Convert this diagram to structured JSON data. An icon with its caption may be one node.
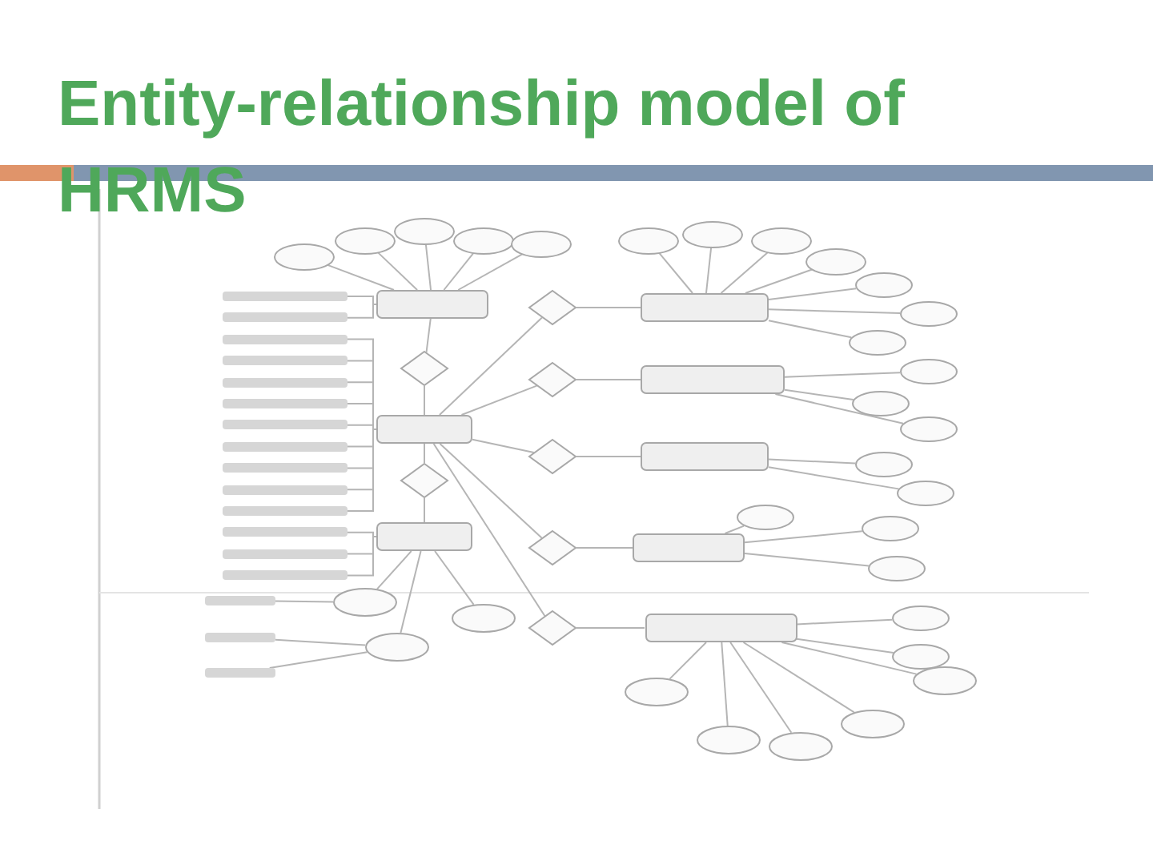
{
  "diagram": {
    "title": "Entity-relationship model of HRMS",
    "nodes": [
      {
        "text": [],
        "shape": "box"
      },
      {
        "text": [],
        "shape": "diamond"
      },
      {
        "text": [],
        "shape": "box"
      },
      {
        "text": [],
        "shape": "diamond"
      },
      {
        "text": [],
        "shape": "box"
      },
      {
        "text": [],
        "shape": "diamond"
      },
      {
        "text": [],
        "shape": "diamond"
      },
      {
        "text": [],
        "shape": "diamond"
      },
      {
        "text": [],
        "shape": "diamond"
      },
      {
        "text": [],
        "shape": "diamond"
      },
      {
        "text": [],
        "shape": "box"
      },
      {
        "text": [],
        "shape": "box"
      },
      {
        "text": [],
        "shape": "box"
      },
      {
        "text": [],
        "shape": "box"
      },
      {
        "text": [],
        "shape": "box"
      },
      {
        "text": [],
        "shape": "ellipse"
      },
      {
        "text": [],
        "shape": "ellipse"
      },
      {
        "text": [],
        "shape": "ellipse"
      },
      {
        "text": [],
        "shape": "ellipse"
      },
      {
        "text": [],
        "shape": "ellipse"
      },
      {
        "text": [],
        "shape": "ellipse"
      },
      {
        "text": [],
        "shape": "ellipse"
      },
      {
        "text": [],
        "shape": "ellipse"
      },
      {
        "text": [],
        "shape": "ellipse"
      },
      {
        "text": [],
        "shape": "ellipse"
      },
      {
        "text": [],
        "shape": "ellipse"
      },
      {
        "text": [],
        "shape": "ellipse"
      },
      {
        "text": [],
        "shape": "ellipse"
      },
      {
        "text": [],
        "shape": "ellipse"
      },
      {
        "text": [],
        "shape": "ellipse"
      },
      {
        "text": [],
        "shape": "ellipse"
      },
      {
        "text": [],
        "shape": "ellipse"
      },
      {
        "text": [],
        "shape": "ellipse"
      },
      {
        "text": [],
        "shape": "ellipse"
      },
      {
        "text": [],
        "shape": "ellipse"
      },
      {
        "text": [],
        "shape": "ellipse"
      },
      {
        "text": [],
        "shape": "ellipse"
      },
      {
        "text": [],
        "shape": "ellipse"
      },
      {
        "text": [],
        "shape": "ellipse"
      },
      {
        "text": [],
        "shape": "ellipse"
      },
      {
        "text": [],
        "shape": "ellipse"
      },
      {
        "text": [],
        "shape": "ellipse"
      },
      {
        "text": [],
        "shape": "ellipse"
      },
      {
        "text": [],
        "shape": "ellipse"
      },
      {
        "text": [],
        "shape": "ellipse"
      },
      {
        "text": [],
        "shape": "bar"
      },
      {
        "text": [],
        "shape": "bar"
      },
      {
        "text": [],
        "shape": "bar"
      },
      {
        "text": [],
        "shape": "bar"
      },
      {
        "text": [],
        "shape": "bar"
      },
      {
        "text": [],
        "shape": "bar"
      },
      {
        "text": [],
        "shape": "bar"
      },
      {
        "text": [],
        "shape": "bar"
      },
      {
        "text": [],
        "shape": "bar"
      },
      {
        "text": [],
        "shape": "bar"
      },
      {
        "text": [],
        "shape": "bar"
      },
      {
        "text": [],
        "shape": "bar"
      },
      {
        "text": [],
        "shape": "bar"
      },
      {
        "text": [],
        "shape": "bar"
      },
      {
        "text": [],
        "shape": "bar"
      },
      {
        "text": [],
        "shape": "bar"
      },
      {
        "text": [],
        "shape": "bar"
      }
    ],
    "edges": [
      {
        "from": 0,
        "to": 1,
        "arrow": "none"
      },
      {
        "from": 1,
        "to": 2,
        "arrow": "none"
      },
      {
        "from": 2,
        "to": 3,
        "arrow": "none"
      },
      {
        "from": 3,
        "to": 4,
        "arrow": "none"
      },
      {
        "from": 2,
        "to": 5,
        "arrow": "none"
      },
      {
        "from": 2,
        "to": 6,
        "arrow": "none"
      },
      {
        "from": 2,
        "to": 7,
        "arrow": "none"
      },
      {
        "from": 2,
        "to": 8,
        "arrow": "none"
      },
      {
        "from": 2,
        "to": 9,
        "arrow": "none"
      },
      {
        "from": 5,
        "to": 10,
        "arrow": "none"
      },
      {
        "from": 6,
        "to": 11,
        "arrow": "none"
      },
      {
        "from": 7,
        "to": 12,
        "arrow": "none"
      },
      {
        "from": 8,
        "to": 13,
        "arrow": "none"
      },
      {
        "from": 9,
        "to": 14,
        "arrow": "none"
      },
      {
        "from": 15,
        "to": 0,
        "arrow": "none"
      },
      {
        "from": 16,
        "to": 0,
        "arrow": "none"
      },
      {
        "from": 17,
        "to": 0,
        "arrow": "none"
      },
      {
        "from": 18,
        "to": 0,
        "arrow": "none"
      },
      {
        "from": 19,
        "to": 0,
        "arrow": "none"
      },
      {
        "from": 20,
        "to": 10,
        "arrow": "none"
      },
      {
        "from": 21,
        "to": 10,
        "arrow": "none"
      },
      {
        "from": 22,
        "to": 10,
        "arrow": "none"
      },
      {
        "from": 23,
        "to": 10,
        "arrow": "none"
      },
      {
        "from": 24,
        "to": 10,
        "arrow": "none"
      },
      {
        "from": 25,
        "to": 10,
        "arrow": "none"
      },
      {
        "from": 26,
        "to": 10,
        "arrow": "none"
      },
      {
        "from": 27,
        "to": 11,
        "arrow": "none"
      },
      {
        "from": 28,
        "to": 11,
        "arrow": "none"
      },
      {
        "from": 29,
        "to": 11,
        "arrow": "none"
      },
      {
        "from": 30,
        "to": 12,
        "arrow": "none"
      },
      {
        "from": 31,
        "to": 12,
        "arrow": "none"
      },
      {
        "from": 32,
        "to": 13,
        "arrow": "none"
      },
      {
        "from": 33,
        "to": 13,
        "arrow": "none"
      },
      {
        "from": 34,
        "to": 13,
        "arrow": "none"
      },
      {
        "from": 35,
        "to": 14,
        "arrow": "none"
      },
      {
        "from": 36,
        "to": 14,
        "arrow": "none"
      },
      {
        "from": 37,
        "to": 14,
        "arrow": "none"
      },
      {
        "from": 38,
        "to": 14,
        "arrow": "none"
      },
      {
        "from": 39,
        "to": 14,
        "arrow": "none"
      },
      {
        "from": 40,
        "to": 14,
        "arrow": "none"
      },
      {
        "from": 41,
        "to": 14,
        "arrow": "none"
      },
      {
        "from": 42,
        "to": 4,
        "arrow": "none"
      },
      {
        "from": 43,
        "to": 4,
        "arrow": "none"
      },
      {
        "from": 44,
        "to": 4,
        "arrow": "none"
      },
      {
        "from": 45,
        "to": 0,
        "arrow": "none"
      },
      {
        "from": 46,
        "to": 0,
        "arrow": "none"
      },
      {
        "from": 47,
        "to": 2,
        "arrow": "none"
      },
      {
        "from": 48,
        "to": 2,
        "arrow": "none"
      },
      {
        "from": 49,
        "to": 2,
        "arrow": "none"
      },
      {
        "from": 50,
        "to": 2,
        "arrow": "none"
      },
      {
        "from": 51,
        "to": 2,
        "arrow": "none"
      },
      {
        "from": 52,
        "to": 2,
        "arrow": "none"
      },
      {
        "from": 53,
        "to": 2,
        "arrow": "none"
      },
      {
        "from": 54,
        "to": 2,
        "arrow": "none"
      },
      {
        "from": 55,
        "to": 2,
        "arrow": "none"
      },
      {
        "from": 56,
        "to": 4,
        "arrow": "none"
      },
      {
        "from": 57,
        "to": 4,
        "arrow": "none"
      },
      {
        "from": 58,
        "to": 4,
        "arrow": "none"
      },
      {
        "from": 59,
        "to": 42,
        "arrow": "none"
      },
      {
        "from": 60,
        "to": 44,
        "arrow": "none"
      },
      {
        "from": 61,
        "to": 44,
        "arrow": "none"
      }
    ]
  }
}
